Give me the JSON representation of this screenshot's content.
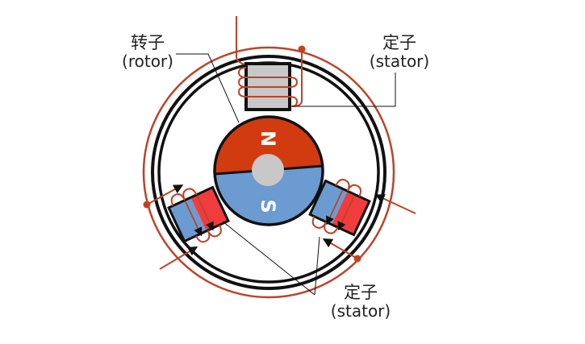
{
  "labels": {
    "rotor": {
      "cn": "转子",
      "en": "(rotor)"
    },
    "stator_top": {
      "cn": "定子",
      "en": "(stator)"
    },
    "stator_bottom": {
      "cn": "定子",
      "en": "(stator)"
    }
  },
  "rotor": {
    "north_label": "N",
    "south_label": "S"
  },
  "colors": {
    "north": "#d23a10",
    "south": "#6b9bd1",
    "shaft": "#c8c8c8",
    "wire": "#b8452a",
    "stator_top": "#c8c8c8",
    "stator_red": "#f03c3c",
    "stator_blue": "#6b9bd1",
    "outline": "#111111"
  }
}
